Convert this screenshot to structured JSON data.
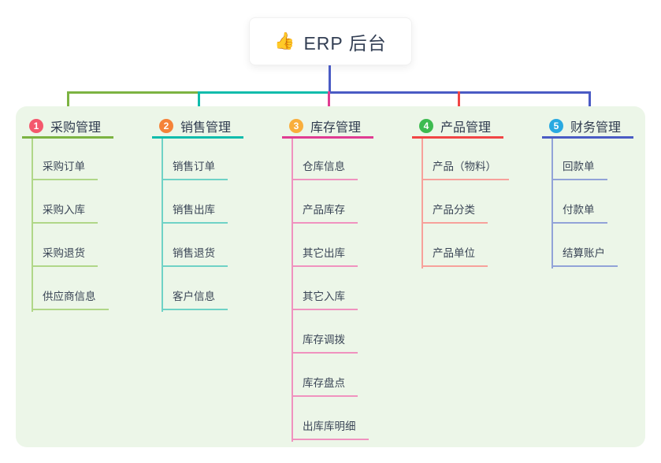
{
  "root": {
    "icon": "👍",
    "title": "ERP 后台"
  },
  "colors": {
    "panel_bg": "#ecf6e8",
    "root_stub": "#4a5bc4"
  },
  "branches": [
    {
      "index": "1",
      "label": "采购管理",
      "badge_color": "#f4586d",
      "line_color": "#7cb342",
      "light_color": "#b0d788",
      "items": [
        "采购订单",
        "采购入库",
        "采购退货",
        "供应商信息"
      ]
    },
    {
      "index": "2",
      "label": "销售管理",
      "badge_color": "#f58238",
      "line_color": "#0fbcac",
      "light_color": "#6fd2c6",
      "items": [
        "销售订单",
        "销售出库",
        "销售退货",
        "客户信息"
      ]
    },
    {
      "index": "3",
      "label": "库存管理",
      "badge_color": "#f9ae3c",
      "line_color": "#e03c92",
      "light_color": "#f092bf",
      "items": [
        "仓库信息",
        "产品库存",
        "其它出库",
        "其它入库",
        "库存调拨",
        "库存盘点",
        "出库库明细"
      ]
    },
    {
      "index": "4",
      "label": "产品管理",
      "badge_color": "#3dbb50",
      "line_color": "#f14545",
      "light_color": "#f7a19b",
      "items": [
        "产品（物料）",
        "产品分类",
        "产品单位"
      ]
    },
    {
      "index": "5",
      "label": "财务管理",
      "badge_color": "#29a9e1",
      "line_color": "#4a5bc4",
      "light_color": "#92a3d8",
      "items": [
        "回款单",
        "付款单",
        "结算账户"
      ]
    }
  ]
}
